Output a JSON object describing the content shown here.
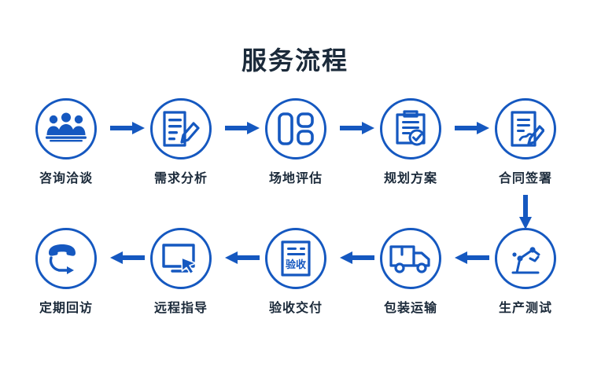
{
  "page": {
    "title": "服务流程",
    "accent_color": "#1558c0",
    "text_color": "#1b2a3a",
    "background": "#ffffff"
  },
  "flow": {
    "row1": [
      {
        "label": "咨询洽谈",
        "icon": "consultation-people-icon"
      },
      {
        "label": "需求分析",
        "icon": "document-pencil-icon"
      },
      {
        "label": "场地评估",
        "icon": "layout-blocks-icon"
      },
      {
        "label": "规划方案",
        "icon": "clipboard-check-icon"
      },
      {
        "label": "合同签署",
        "icon": "contract-signature-icon"
      }
    ],
    "row2": [
      {
        "label": "定期回访",
        "icon": "telephone-icon"
      },
      {
        "label": "远程指导",
        "icon": "monitor-cursor-icon"
      },
      {
        "label": "验收交付",
        "icon": "acceptance-form-icon",
        "inner_text": "验收"
      },
      {
        "label": "包装运输",
        "icon": "delivery-truck-icon"
      },
      {
        "label": "生产测试",
        "icon": "robot-arm-icon"
      }
    ],
    "arrows": {
      "row1_direction": "right",
      "row2_direction": "left",
      "connector_direction": "down"
    }
  }
}
